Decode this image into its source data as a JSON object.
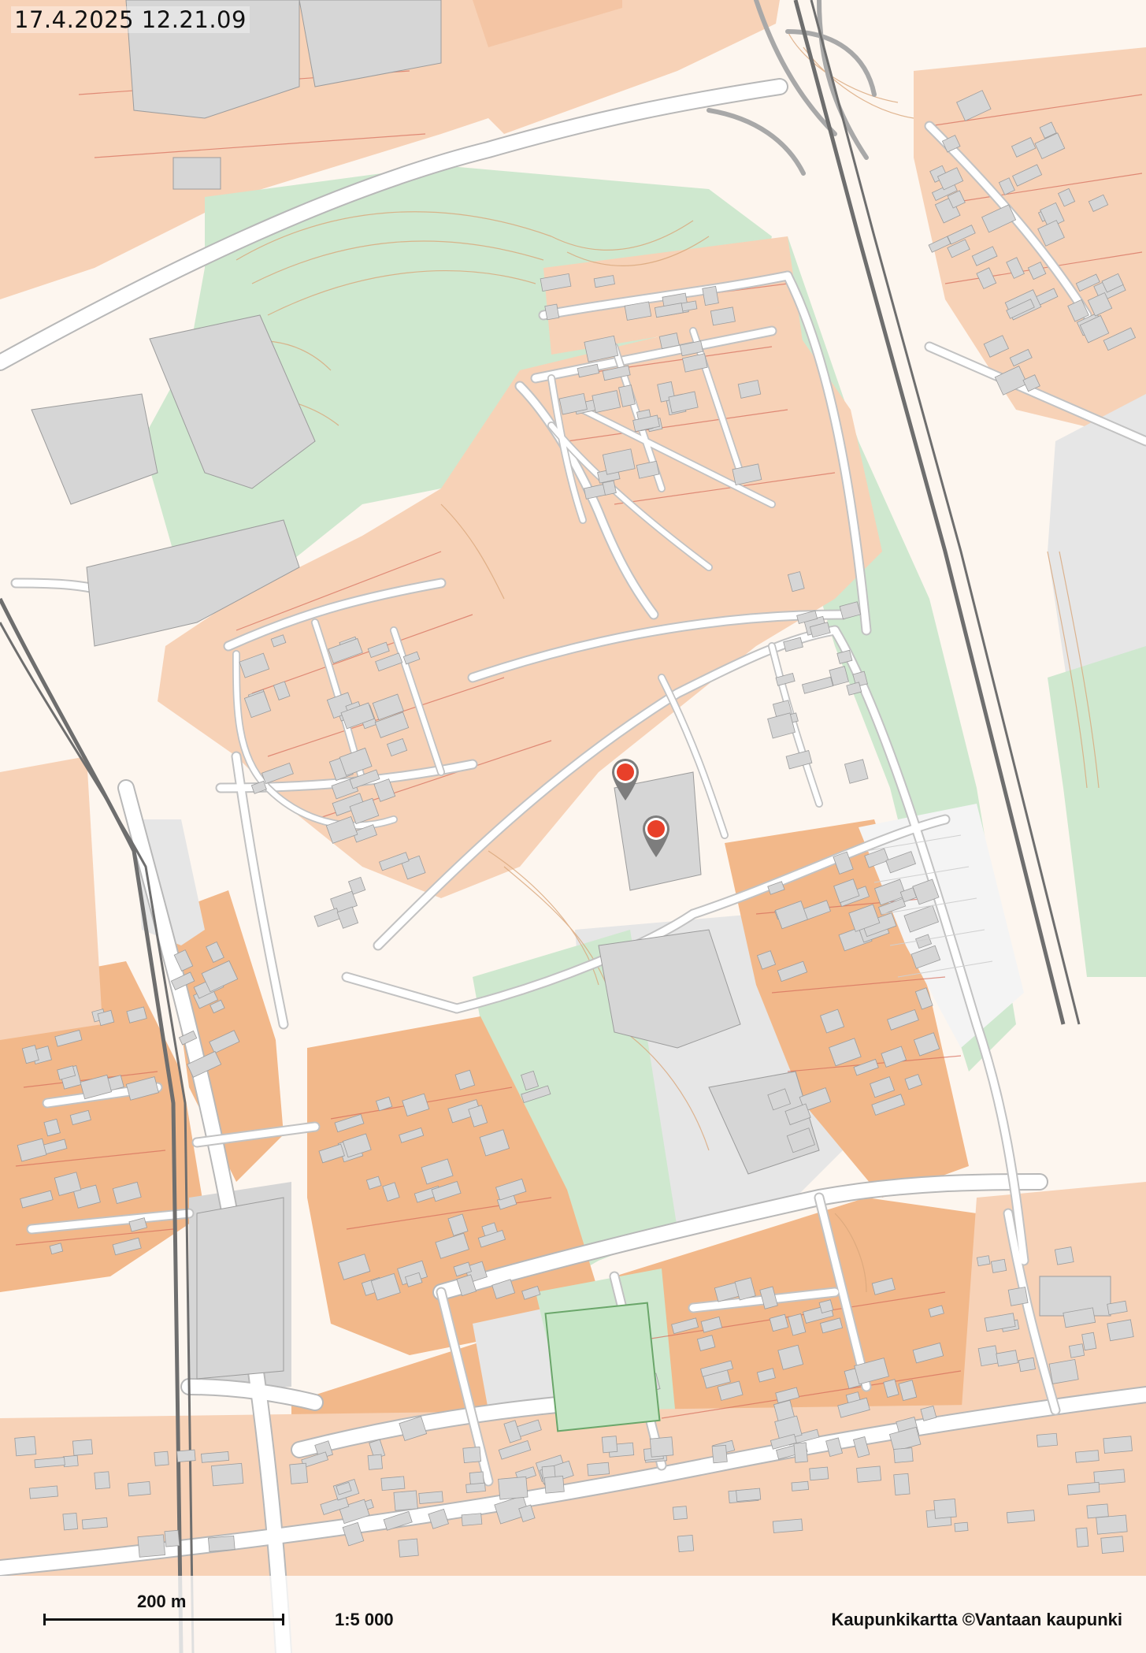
{
  "timestamp": "17.4.2025 12.21.09",
  "scale": {
    "distance_label": "200 m",
    "ratio": "1:5 000"
  },
  "attribution": "Kaupunkikartta ©Vantaan kaupunki",
  "markers": [
    {
      "name": "location-pin-1",
      "color": "#e8402a"
    },
    {
      "name": "location-pin-2",
      "color": "#e8402a"
    }
  ],
  "colors": {
    "background": "#ffffff",
    "residential_plot": "#f7d2b7",
    "residential_dense": "#f2b88a",
    "green_area": "#cfe8cf",
    "building": "#d6d6d6",
    "road": "#ffffff",
    "road_edge": "#b8b8b8",
    "contour": "#d9a67a",
    "plot_border": "#d56b5a",
    "railway": "#6e6e6e",
    "footer_overlay": "#ffffff"
  }
}
